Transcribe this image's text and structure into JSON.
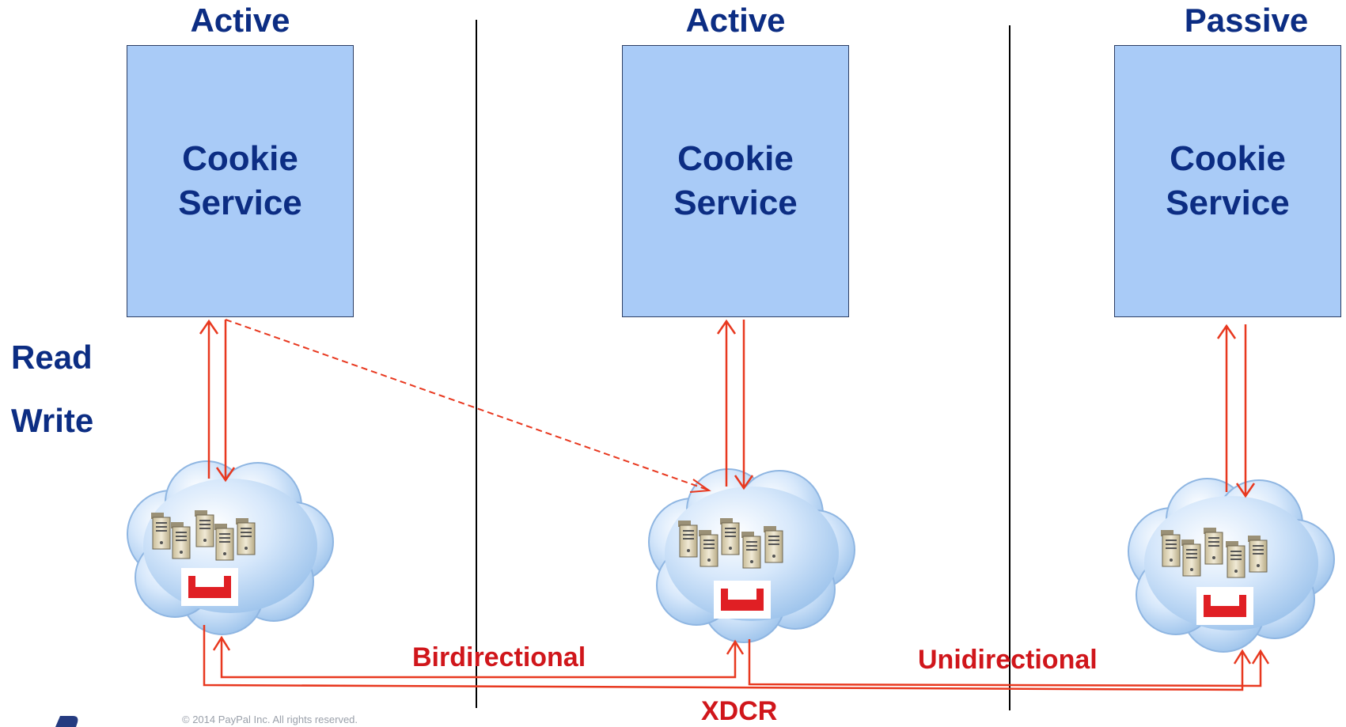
{
  "headers": {
    "left": "Active",
    "middle": "Active",
    "right": "Passive"
  },
  "services": {
    "left": {
      "line1": "Cookie",
      "line2": "Service"
    },
    "middle": {
      "line1": "Cookie",
      "line2": "Service"
    },
    "right": {
      "line1": "Cookie",
      "line2": "Service"
    }
  },
  "side_labels": {
    "read": "Read",
    "write": "Write"
  },
  "links": {
    "bidirectional": "Birdirectional",
    "unidirectional": "Unidirectional",
    "xdcr": "XDCR"
  },
  "footer": "© 2014 PayPal Inc. All rights reserved.",
  "colors": {
    "service_box": "#a9cbf7",
    "heading": "#0c2d83",
    "arrow": "#e8381f",
    "label": "#d0161b"
  },
  "icons": [
    "cloud-icon",
    "server-icon",
    "couchbase-icon"
  ]
}
